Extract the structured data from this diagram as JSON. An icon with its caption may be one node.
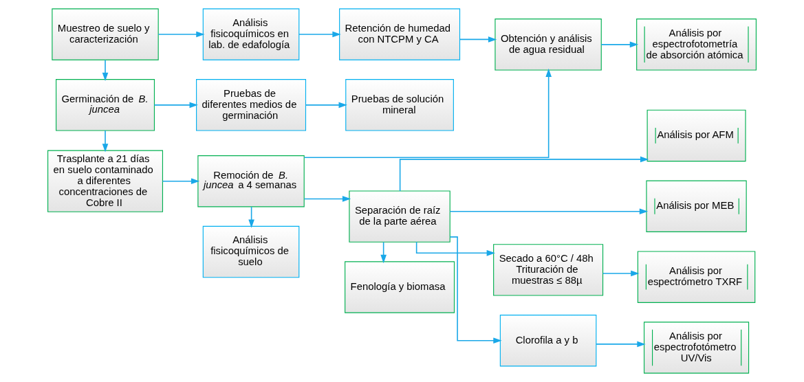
{
  "diagram": {
    "nodes": [
      {
        "text": [
          "Muestreo de suelo y caracterización"
        ]
      },
      {
        "text": [
          "Análisis fisicoquímicos en lab. de edafología"
        ]
      },
      {
        "text": [
          "Retención de humedad con NTCPM y CA"
        ]
      },
      {
        "text": [
          "Obtención y análisis de agua residual"
        ]
      },
      {
        "text": [
          "Análisis por espectrofotometría de absorción atómica"
        ]
      },
      {
        "text": [
          "Germinación de *B. juncea*"
        ]
      },
      {
        "text": [
          "Pruebas de diferentes medios de germinación"
        ]
      },
      {
        "text": [
          "Pruebas de solución mineral"
        ]
      },
      {
        "text": [
          "Análisis por AFM"
        ]
      },
      {
        "text": [
          "Análisis por MEB"
        ]
      },
      {
        "text": [
          "Trasplante a 21 días en suelo contaminado a diferentes concentraciones de Cobre II"
        ]
      },
      {
        "text": [
          "Remoción de *B. juncea* a 4 semanas"
        ]
      },
      {
        "text": [
          "Separación de raíz de la parte aérea"
        ]
      },
      {
        "text": [
          "Secado a 60°C / 48h Trituración de muestras ≤ 88µ"
        ]
      },
      {
        "text": [
          "Análisis por espectrómetro TXRF"
        ]
      },
      {
        "text": [
          "Análisis fisicoquímicos de suelo"
        ]
      },
      {
        "text": [
          "Fenología y biomasa"
        ]
      },
      {
        "text": [
          "Clorofila a y b"
        ]
      },
      {
        "text": [
          "Análisis por espectrofotómetro UV/Vis"
        ]
      }
    ],
    "edges": [
      {
        "from": 0,
        "to": 1,
        "arrow": "to"
      },
      {
        "from": 1,
        "to": 2,
        "arrow": "to"
      },
      {
        "from": 2,
        "to": 3,
        "arrow": "to"
      },
      {
        "from": 3,
        "to": 4,
        "arrow": "to"
      },
      {
        "from": 0,
        "to": 5,
        "arrow": "to"
      },
      {
        "from": 5,
        "to": 6,
        "arrow": "to"
      },
      {
        "from": 6,
        "to": 7,
        "arrow": "to"
      },
      {
        "from": 5,
        "to": 10,
        "arrow": "to"
      },
      {
        "from": 10,
        "to": 11,
        "arrow": "to"
      },
      {
        "from": 11,
        "to": 3,
        "arrow": "to"
      },
      {
        "from": 11,
        "to": 12,
        "arrow": "to"
      },
      {
        "from": 12,
        "to": 8,
        "arrow": "to"
      },
      {
        "from": 12,
        "to": 9,
        "arrow": "to"
      },
      {
        "from": 12,
        "to": 13,
        "arrow": "to"
      },
      {
        "from": 13,
        "to": 14,
        "arrow": "to"
      },
      {
        "from": 11,
        "to": 15,
        "arrow": "to"
      },
      {
        "from": 12,
        "to": 16,
        "arrow": "to"
      },
      {
        "from": 12,
        "to": 17,
        "arrow": "to"
      },
      {
        "from": 17,
        "to": 18,
        "arrow": "to"
      }
    ]
  }
}
